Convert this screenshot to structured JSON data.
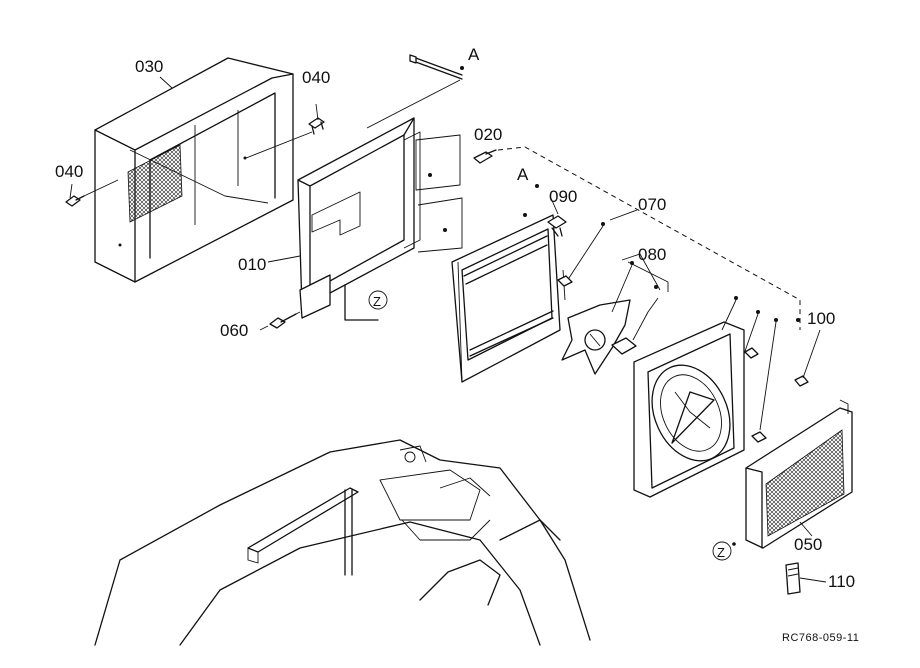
{
  "labels": {
    "p010": "010",
    "p020": "020",
    "p030": "030",
    "p040a": "040",
    "p040b": "040",
    "p050": "050",
    "p060": "060",
    "p070": "070",
    "p080": "080",
    "p090": "090",
    "p100": "100",
    "p110": "110",
    "refA1": "A",
    "refA2": "A",
    "refZ1": "Z",
    "refZ2": "Z"
  },
  "drawing_ref": "RC768-059-11"
}
